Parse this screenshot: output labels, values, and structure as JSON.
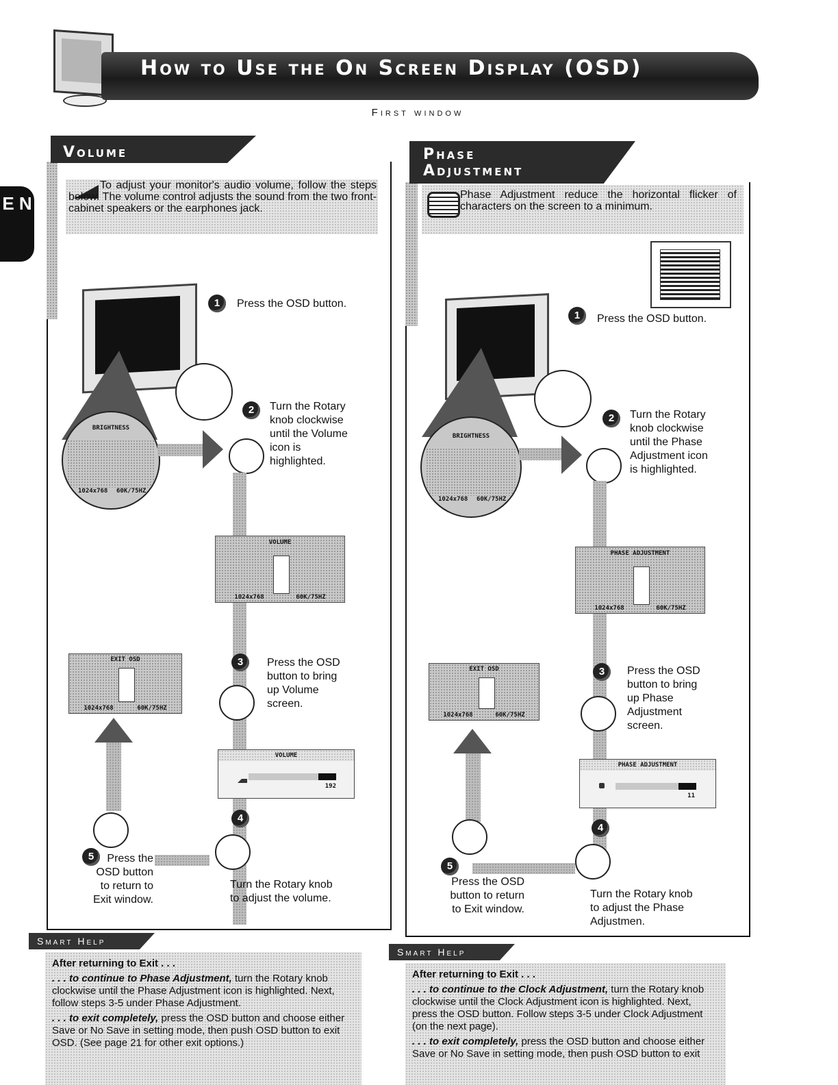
{
  "header": {
    "title": "How to Use the On Screen Display (OSD)",
    "subtitle": "First window"
  },
  "language_tab": "E N",
  "left": {
    "section_title": "Volume",
    "intro": "To adjust your monitor's audio volume, follow the steps below. The volume control adjusts the sound from the two front-cabinet speakers or the earphones jack.",
    "steps": [
      {
        "num": "1",
        "text": "Press the OSD button."
      },
      {
        "num": "2",
        "text": "Turn the Rotary knob clockwise until the Volume icon is highlighted."
      },
      {
        "num": "3",
        "text": "Press the OSD button to bring up Volume screen."
      },
      {
        "num": "4",
        "text": "Turn the Rotary knob to adjust the volume."
      },
      {
        "num": "5",
        "text": "Press the OSD button to return to Exit window."
      }
    ],
    "osd_main_title": "BRIGHTNESS",
    "osd_menu_title": "VOLUME",
    "osd_exit_title": "EXIT OSD",
    "osd_res": "1024x768",
    "osd_freq": "60K/75HZ",
    "slider_title": "VOLUME",
    "slider_value": "192",
    "slider_level": 0.92,
    "smart_help": {
      "title": "Smart Help",
      "line1": "After returning to Exit . . .",
      "p1_em": ". . . to continue to Phase Adjustment,",
      "p1": "turn the Rotary knob clockwise until the Phase Adjustment icon is highlighted. Next, follow steps 3-5 under Phase Adjustment.",
      "p2_em": ". . . to exit completely,",
      "p2": "press the OSD button and choose either Save or No Save in setting mode, then push OSD button to exit OSD. (See page 21 for other exit options.)"
    }
  },
  "right": {
    "section_title_1": "Phase",
    "section_title_2": "Adjustment",
    "intro": "Phase Adjustment reduce the horizontal flicker of characters on the screen to a minimum.",
    "steps": [
      {
        "num": "1",
        "text": "Press the OSD button."
      },
      {
        "num": "2",
        "text": "Turn the Rotary knob clockwise until the Phase Adjustment icon is highlighted."
      },
      {
        "num": "3",
        "text": "Press the OSD button to bring up Phase Adjustment screen."
      },
      {
        "num": "4",
        "text": "Turn the Rotary knob to adjust the Phase Adjustmen."
      },
      {
        "num": "5",
        "text": "Press the OSD button to return to Exit window."
      }
    ],
    "osd_main_title": "BRIGHTNESS",
    "osd_menu_title": "PHASE ADJUSTMENT",
    "osd_exit_title": "EXIT OSD",
    "osd_res": "1024x768",
    "osd_freq": "60K/75HZ",
    "slider_title": "PHASE ADJUSTMENT",
    "slider_value": "11",
    "slider_level": 0.88,
    "smart_help": {
      "title": "Smart Help",
      "line1": "After returning to Exit . . .",
      "p1_em": ". . . to continue to the Clock Adjustment,",
      "p1": "turn the Rotary knob clockwise until the Clock Adjustment icon is highlighted. Next, press the OSD button. Follow steps 3-5 under Clock Adjustment (on the next page).",
      "p2_em": ". . . to exit completely,",
      "p2": "press the OSD button and choose either Save or No Save in setting mode, then push OSD button to exit"
    }
  }
}
